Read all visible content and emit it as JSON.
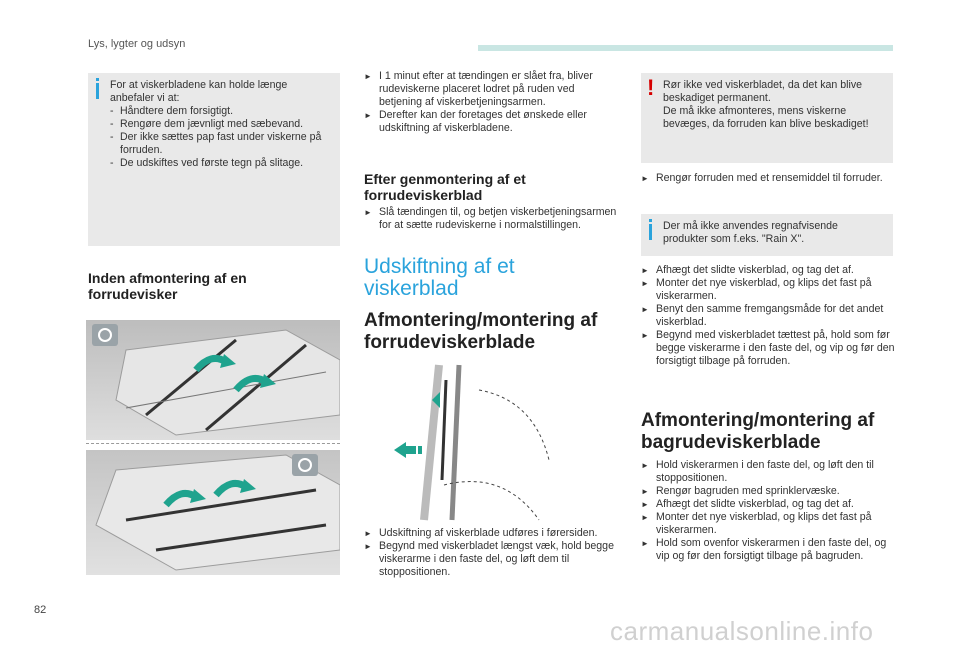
{
  "header": {
    "section_title": "Lys, lygter og udsyn"
  },
  "page_number": "82",
  "watermark": "carmanualsonline.info",
  "col1": {
    "note": {
      "intro": "For at viskerbladene kan holde længe anbefaler vi at:",
      "items": [
        "Håndtere dem forsigtigt.",
        "Rengøre dem jævnligt med sæbevand.",
        "Der ikke sættes pap fast under viskerne på forruden.",
        "De udskiftes ved første tegn på slitage."
      ]
    },
    "heading": "Inden afmontering af en forrudevisker"
  },
  "col2": {
    "top_bullets": [
      "I 1 minut efter at tændingen er slået fra, bliver rudeviskerne placeret lodret på ruden ved betjening af viskerbetjeningsarmen.",
      "Derefter kan der foretages det ønskede eller udskiftning af viskerbladene."
    ],
    "heading_refit": "Efter genmontering af et forrudeviskerblad",
    "refit_bullets": [
      "Slå tændingen til, og betjen viskerbetjeningsarmen for at sætte rudeviskerne i normalstillingen."
    ],
    "section_title": "Udskiftning af et viskerblad",
    "heading_front": "Afmontering/montering af forrudeviskerblade",
    "front_bullets": [
      "Udskiftning af viskerblade udføres i førersiden.",
      "Begynd med viskerbladet længst væk, hold begge viskerarme i den faste del, og løft dem til stoppositionen."
    ]
  },
  "col3": {
    "warning": "Rør ikke ved viskerbladet, da det kan blive beskadiget permanent.\nDe må ikke afmonteres, mens viskerne bevæges, da forruden kan blive beskadiget!",
    "clean_bullets": [
      "Rengør forruden med et rensemiddel til forruder."
    ],
    "info": "Der må ikke anvendes regnafvisende produkter som f.eks. \"Rain X\".",
    "steps": [
      "Afhægt det slidte viskerblad, og tag det af.",
      "Monter det nye viskerblad, og klips det fast på viskerarmen.",
      "Benyt den samme fremgangsmåde for det andet viskerblad.",
      "Begynd med viskerbladet tættest på, hold som før begge viskerarme i den faste del, og vip og før den forsigtigt tilbage på forruden."
    ],
    "heading_rear": "Afmontering/montering af bagrudeviskerblade",
    "rear_steps": [
      "Hold viskerarmen i den faste del, og løft den til stoppositionen.",
      "Rengør bagruden med sprinklervæske.",
      "Afhægt det slidte viskerblad, og tag det af.",
      "Monter det nye viskerblad, og klips det fast på viskerarmen.",
      "Hold som ovenfor viskerarmen i den faste del, og vip og før den forsigtigt tilbage på bagruden."
    ]
  },
  "colors": {
    "accent": "#2aa3dc",
    "warning": "#d60000",
    "header_bar": "#c9e6e3",
    "note_bg": "#e9e9e9"
  }
}
